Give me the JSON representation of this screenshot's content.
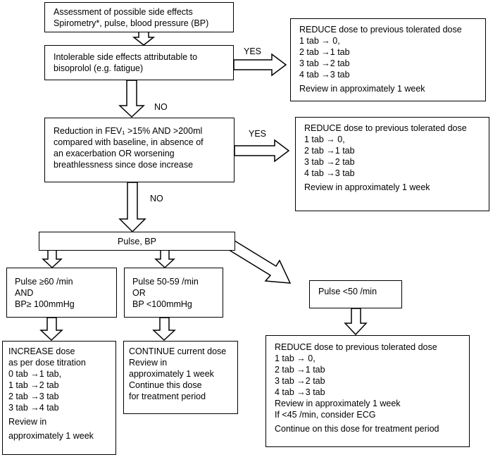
{
  "assessment": [
    "Assessment of possible side effects",
    "Spirometry*, pulse, blood pressure (BP)"
  ],
  "intolerable": [
    "Intolerable side effects attributable to",
    "bisoprolol (e.g. fatigue)"
  ],
  "reduce1": [
    "REDUCE dose to previous tolerated dose",
    "1 tab → 0,",
    "2 tab →1 tab",
    "3 tab →2 tab",
    "4 tab →3 tab",
    "Review in approximately 1 week"
  ],
  "yes1": "YES",
  "no1": "NO",
  "fev": [
    "Reduction in FEV₁ >15% AND >200ml",
    "compared with baseline, in absence of",
    "an exacerbation OR worsening",
    "breathlessness since dose increase"
  ],
  "yes2": "YES",
  "reduce2": [
    "REDUCE dose to previous tolerated dose",
    "1 tab → 0,",
    "2 tab →1 tab",
    "3 tab →2 tab",
    "4 tab →3 tab",
    "Review in approximately 1 week"
  ],
  "no2": "NO",
  "pulse_bp": "Pulse, BP",
  "branch_high": [
    "Pulse ≥60 /min",
    "AND",
    "BP≥ 100mmHg"
  ],
  "branch_mid": [
    "Pulse 50-59 /min",
    "OR",
    "BP <100mmHg"
  ],
  "branch_low": "Pulse <50 /min",
  "increase": [
    "INCREASE dose",
    "as per dose titration",
    "0 tab →1 tab,",
    "1 tab →2 tab",
    "2 tab →3 tab",
    "3 tab →4 tab",
    "Review in",
    "approximately 1 week"
  ],
  "continue": [
    "CONTINUE current dose",
    "Review in",
    "approximately 1 week",
    "Continue this dose",
    "for treatment period"
  ],
  "reduce3": [
    "REDUCE dose to previous tolerated dose",
    "1 tab → 0,",
    "2 tab →1 tab",
    "3 tab →2 tab",
    "4 tab →3 tab",
    "Review in approximately 1 week",
    "If <45 /min, consider ECG",
    "Continue on this dose for treatment period"
  ]
}
